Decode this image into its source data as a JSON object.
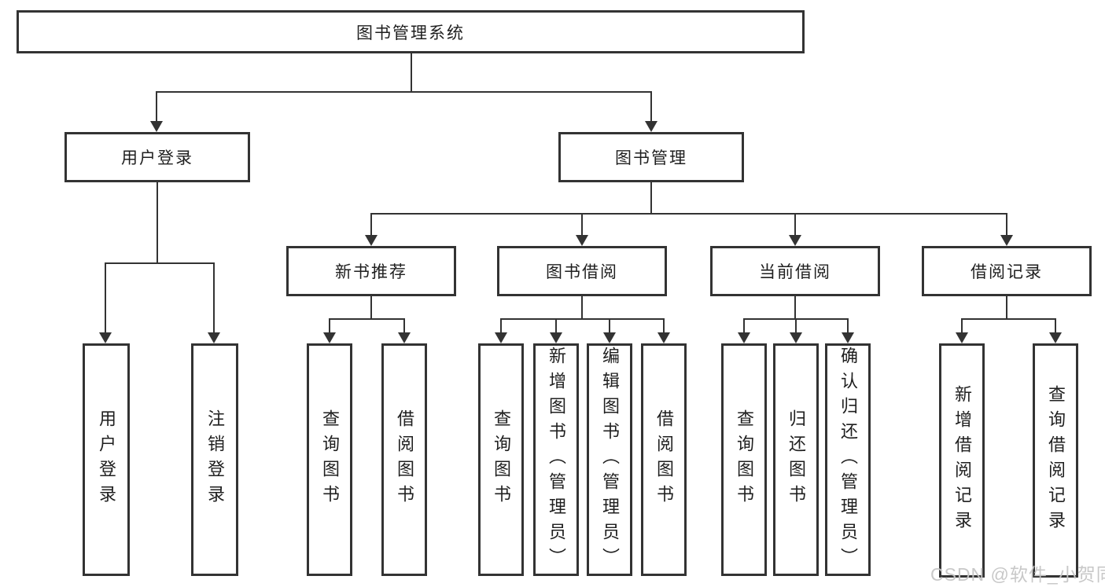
{
  "tree": {
    "label": "图书管理系统",
    "children": [
      {
        "label": "用户登录",
        "children": [
          {
            "label": "用户登录"
          },
          {
            "label": "注销登录"
          }
        ]
      },
      {
        "label": "图书管理",
        "children": [
          {
            "label": "新书推荐",
            "children": [
              {
                "label": "查询图书"
              },
              {
                "label": "借阅图书"
              }
            ]
          },
          {
            "label": "图书借阅",
            "children": [
              {
                "label": "查询图书"
              },
              {
                "label": "新增图书（管理员）"
              },
              {
                "label": "编辑图书（管理员）"
              },
              {
                "label": "借阅图书"
              }
            ]
          },
          {
            "label": "当前借阅",
            "children": [
              {
                "label": "查询图书"
              },
              {
                "label": "归还图书"
              },
              {
                "label": "确认归还（管理员）"
              }
            ]
          },
          {
            "label": "借阅记录",
            "children": [
              {
                "label": "新增借阅记录"
              },
              {
                "label": "查询借阅记录"
              }
            ]
          }
        ]
      }
    ]
  },
  "watermark": {
    "text": "CSDN @软件_小贺同学"
  },
  "colors": {
    "border": "#333333",
    "line": "#333333",
    "text": "#1f1f1f",
    "background": "#ffffff",
    "watermark": "#c5c5c5"
  }
}
